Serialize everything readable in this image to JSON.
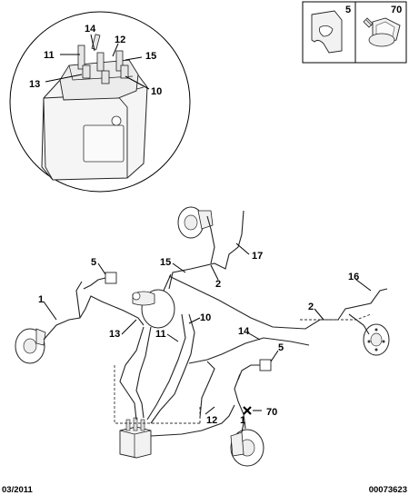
{
  "inset_parts": {
    "clip_number": "5",
    "bolt_number": "70"
  },
  "detail_callouts": [
    "14",
    "12",
    "11",
    "15",
    "13",
    "10"
  ],
  "main_callouts": {
    "n17": "17",
    "n15": "15",
    "n2a": "2",
    "n5a": "5",
    "n1a": "1",
    "n10": "10",
    "n13": "13",
    "n11": "11",
    "n14": "14",
    "n16": "16",
    "n2b": "2",
    "n5b": "5",
    "n12": "12",
    "n1b": "1",
    "n70": "70"
  },
  "footer": {
    "date": "03/2011",
    "reference": "00073623"
  }
}
